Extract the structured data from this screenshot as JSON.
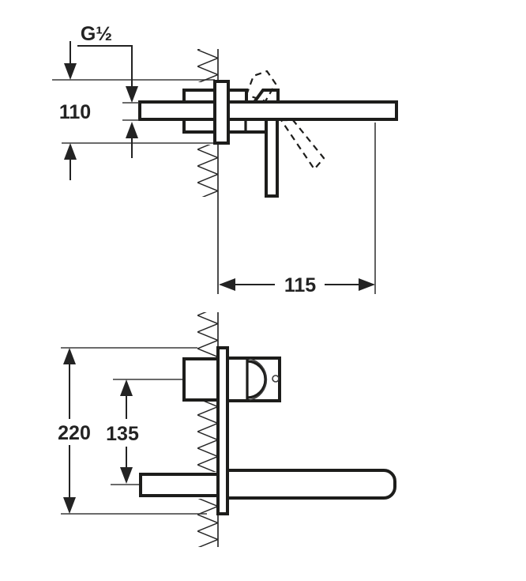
{
  "drawing": {
    "background_color": "#ffffff",
    "line_color": "#1d1d1b",
    "text_color": "#232323",
    "top_view": {
      "thread_label": "G½",
      "inlet_height_label": "110",
      "spout_projection_label": "115"
    },
    "front_view": {
      "overall_height_label": "220",
      "spout_offset_label": "135"
    }
  }
}
